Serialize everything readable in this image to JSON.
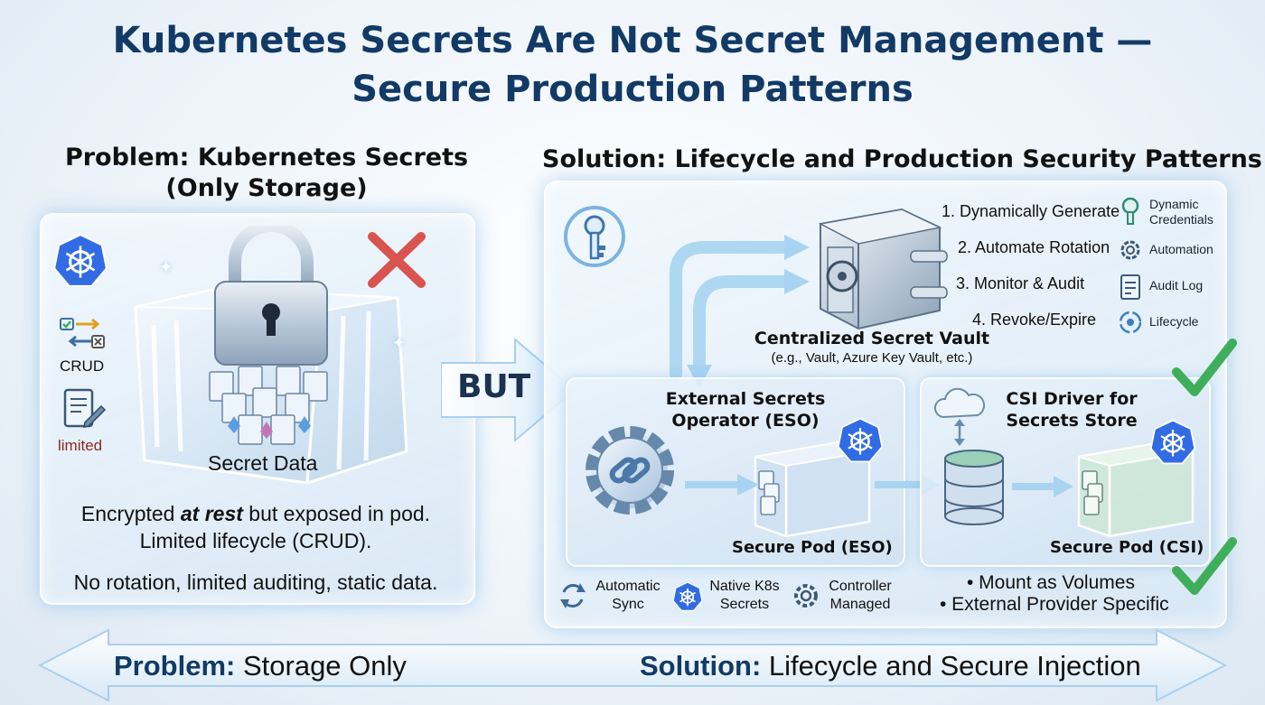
{
  "title": {
    "line1": "Kubernetes Secrets Are Not Secret Management —",
    "line2": "Secure Production Patterns"
  },
  "problem": {
    "heading_line1": "Problem: Kubernetes Secrets",
    "heading_line2": "(Only Storage)",
    "crud_label": "CRUD",
    "limited_label": "limited",
    "secret_data_label": "Secret Data",
    "desc_line1_pre": "Encrypted ",
    "desc_line1_em": "at rest",
    "desc_line1_post": " but exposed in pod.",
    "desc_line2": "Limited lifecycle (CRUD).",
    "desc_line3": "No rotation, limited auditing, static data."
  },
  "but_label": "BUT",
  "solution": {
    "heading": "Solution: Lifecycle and Production Security Patterns",
    "vault": {
      "title": "Centralized Secret Vault",
      "subtitle": "(e.g., Vault, Azure Key Vault, etc.)",
      "steps": [
        "1. Dynamically Generate",
        "2. Automate Rotation",
        "3. Monitor & Audit",
        "4. Revoke/Expire"
      ],
      "features": [
        {
          "line1": "Dynamic",
          "line2": "Credentials",
          "icon": "key-icon"
        },
        {
          "line1": "Automation",
          "line2": "",
          "icon": "gear-icon"
        },
        {
          "line1": "Audit Log",
          "line2": "",
          "icon": "audit-log-icon"
        },
        {
          "line1": "Lifecycle",
          "line2": "",
          "icon": "lifecycle-icon"
        }
      ]
    },
    "eso": {
      "title_line1": "External Secrets",
      "title_line2": "Operator (ESO)",
      "pod_label": "Secure Pod (ESO)",
      "features": [
        {
          "line1": "Automatic",
          "line2": "Sync",
          "icon": "sync-icon"
        },
        {
          "line1": "Native K8s",
          "line2": "Secrets",
          "icon": "kubernetes-icon"
        },
        {
          "line1": "Controller",
          "line2": "Managed",
          "icon": "gear-icon"
        }
      ]
    },
    "csi": {
      "title_line1": "CSI Driver for",
      "title_line2": "Secrets Store",
      "pod_label": "Secure Pod (CSI)",
      "bullets": [
        "• Mount as Volumes",
        "• External Provider Specific"
      ]
    }
  },
  "bottom": {
    "problem_bold": "Problem:",
    "problem_text": " Storage Only",
    "solution_bold": "Solution:",
    "solution_text": " Lifecycle and Secure Injection"
  },
  "colors": {
    "title": "#123a66",
    "k8s_blue": "#326ce5",
    "danger_red": "#d9534f",
    "success_green": "#3fae5a",
    "glow_blue": "#8cc8f0"
  }
}
